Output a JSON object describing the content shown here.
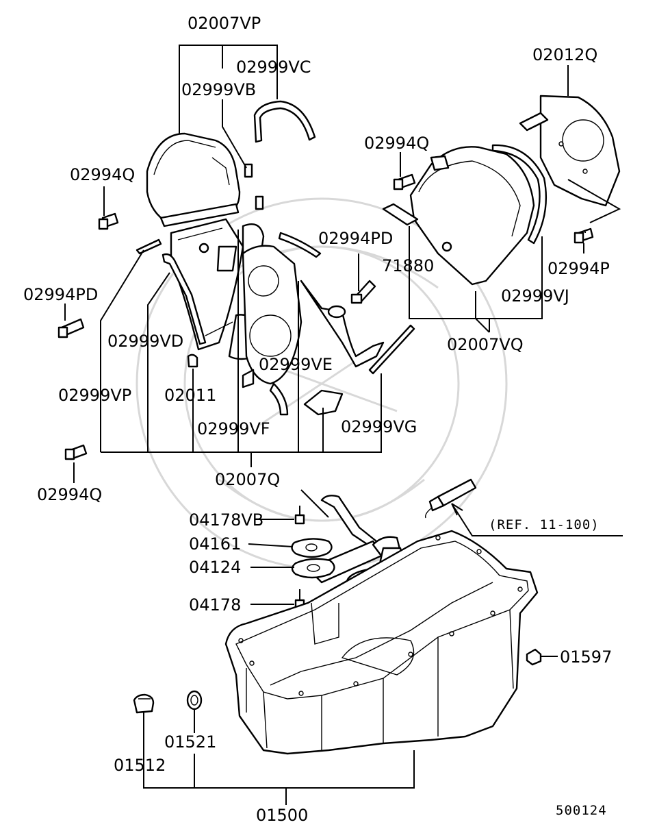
{
  "parts": {
    "p02007VP": "02007VP",
    "p02999VC": "02999VC",
    "p02999VB": "02999VB",
    "p02994Q_a": "02994Q",
    "p02012Q": "02012Q",
    "p02994Q_b": "02994Q",
    "p02994PD_a": "02994PD",
    "p71880": "71880",
    "p02994P": "02994P",
    "p02994PD_b": "02994PD",
    "p02999VJ": "02999VJ",
    "p02999VD": "02999VD",
    "p02007VQ": "02007VQ",
    "p02999VE": "02999VE",
    "p02999VP": "02999VP",
    "p02011": "02011",
    "p02999VF": "02999VF",
    "p02999VG": "02999VG",
    "p02007Q": "02007Q",
    "p02994Q_c": "02994Q",
    "p04178VB": "04178VB",
    "p04161": "04161",
    "p04124": "04124",
    "p04178": "04178",
    "p01597": "01597",
    "p01521": "01521",
    "p01512": "01512",
    "p01500": "01500"
  },
  "ref_note": "(REF. 11-100)",
  "figure_number": "500124"
}
